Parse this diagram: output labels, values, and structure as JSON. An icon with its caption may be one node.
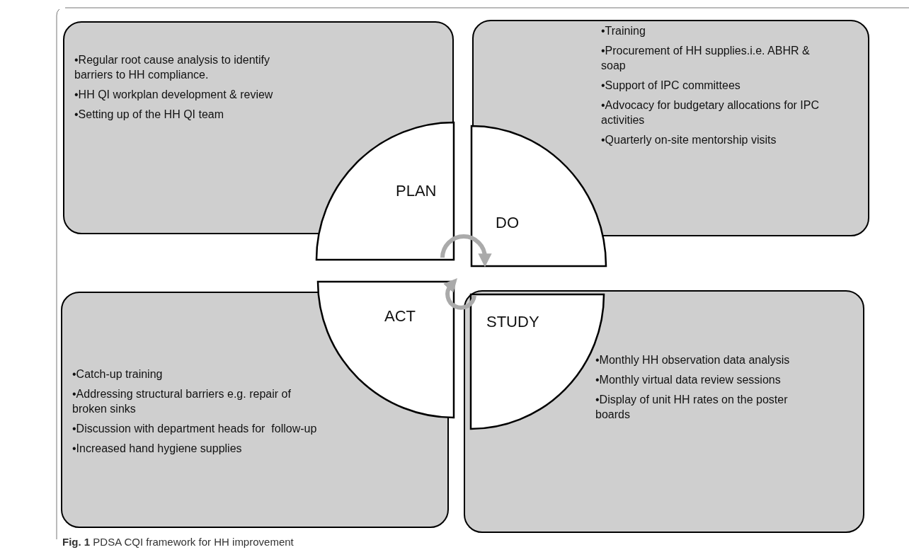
{
  "diagram": {
    "caption": "**Fig. 1** PDSA CQI framework for HH improvement",
    "nodes": [
      {
        "text": [
          "•Regular root cause analysis to identify barriers to HH compliance.",
          "•HH QI workplan development & review",
          "•Setting up of the HH QI team"
        ]
      },
      {
        "text": [
          "•Training",
          "•Procurement of HH supplies.i.e. ABHR & soap",
          "•Support of IPC committees",
          "•Advocacy for budgetary allocations for IPC activities",
          "•Quarterly on-site mentorship visits"
        ]
      },
      {
        "text": [
          "PLAN"
        ]
      },
      {
        "text": [
          "DO"
        ]
      },
      {
        "text": [
          "ACT"
        ]
      },
      {
        "text": [
          "•Monthly HH observation data analysis",
          "•Monthly virtual data review sessions",
          "•Display of unit HH rates on the poster boards"
        ]
      },
      {
        "text": [
          "STUDY"
        ],
        "in": 5
      },
      {
        "text": [
          "•Catch-up training",
          "•Addressing structural barriers e.g. repair of broken sinks",
          "•Discussion with department heads for  follow-up",
          "•Increased hand hygiene supplies"
        ]
      }
    ],
    "edges": [
      {
        "from": 2,
        "to": 3,
        "arrow": "to",
        "color": "#aaaaaa"
      },
      {
        "from": 6,
        "to": 4,
        "arrow": "to",
        "color": "#aaaaaa"
      }
    ]
  }
}
